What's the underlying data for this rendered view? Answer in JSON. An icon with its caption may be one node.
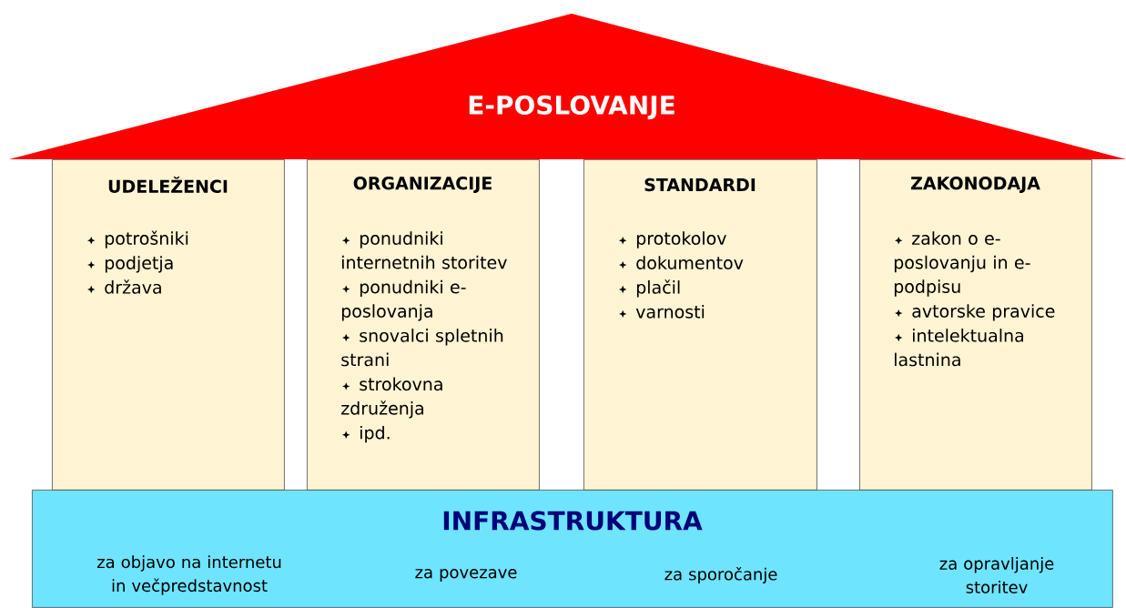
{
  "diagram": {
    "nodes": [
      {
        "text": [
          "E-POSLOVANJE"
        ]
      },
      {
        "text": [
          "UDELEŽENCI",
          "potrošniki",
          "podjetja",
          "država"
        ]
      },
      {
        "text": [
          "ORGANIZACIJE",
          "ponudniki internetnih storitev",
          "ponudniki e-poslovanja",
          "snovalci spletnih strani",
          "strokovna združenja",
          "ipd."
        ]
      },
      {
        "text": [
          "STANDARDI",
          "protokolov",
          "dokumentov",
          "plačil",
          "varnosti"
        ]
      },
      {
        "text": [
          "ZAKONODAJA",
          "zakon o e-poslovanju in e-podpisu",
          "avtorske pravice",
          "intelektualna lastnina"
        ]
      },
      {
        "text": [
          "INFRASTRUKTURA",
          "za objavo na internetu in večpredstavnost",
          "za povezave",
          "za sporočanje",
          "za opravljanje storitev"
        ]
      }
    ]
  }
}
